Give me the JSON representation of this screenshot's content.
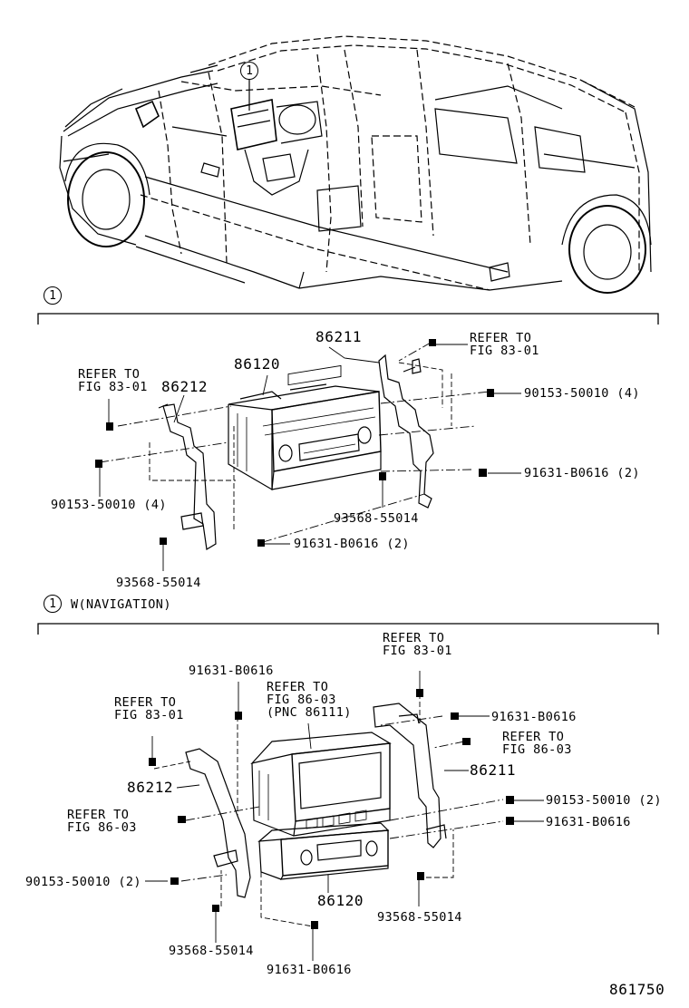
{
  "figure_id": "861750",
  "callout": "1",
  "section2_title": "W(NAVIGATION)",
  "sec1": {
    "l86211": "86211",
    "refer_right": "REFER TO\nFIG 83-01",
    "l86120": "86120",
    "refer_left": "REFER TO\nFIG 83-01",
    "l86212": "86212",
    "bolt_r1": "90153-50010 (4)",
    "bolt_r2": "91631-B0616 (2)",
    "clip_r": "93568-55014",
    "bolt_l1": "90153-50010 (4)",
    "bolt_l2": "91631-B0616 (2)",
    "clip_l": "93568-55014"
  },
  "sec2": {
    "refer_top": "REFER TO\nFIG 83-01",
    "b_top_left": "91631-B0616",
    "refer_nav": "REFER TO\nFIG 86-03\n(PNC 86111)",
    "refer_left": "REFER TO\nFIG 83-01",
    "b_r1": "91631-B0616",
    "refer_r": "REFER TO\nFIG 86-03",
    "l86211": "86211",
    "l86212": "86212",
    "refer_l2": "REFER TO\nFIG 86-03",
    "b_r2": "90153-50010 (2)",
    "b_r3": "91631-B0616",
    "b_l": "90153-50010 (2)",
    "l86120": "86120",
    "clip_r": "93568-55014",
    "clip_l": "93568-55014",
    "b_bottom": "91631-B0616"
  }
}
